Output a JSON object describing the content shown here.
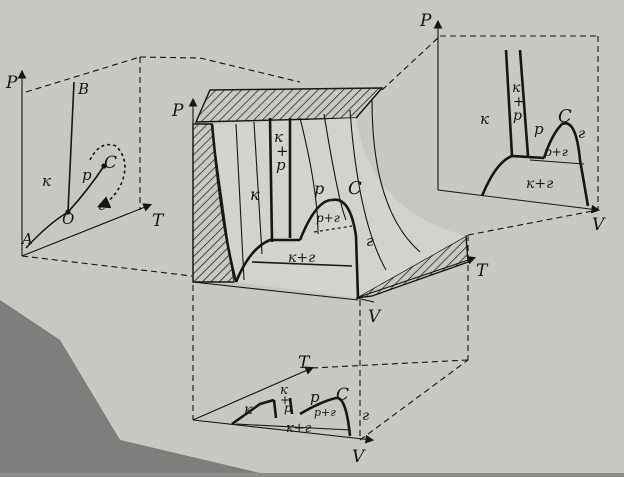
{
  "colors": {
    "background": "#8d8d8b",
    "paper": "#c9c7c2",
    "ink": "#161616"
  },
  "pt_diagram": {
    "axis_p": "P",
    "axis_t": "T",
    "point_a": "A",
    "point_b": "B",
    "point_o": "O",
    "point_c": "C",
    "region_solid": "к",
    "region_liquid": "р",
    "region_gas": "г"
  },
  "surface": {
    "axis_p": "P",
    "axis_t": "T",
    "axis_v": "V",
    "point_c": "C",
    "region_solid": "к",
    "region_solid_liquid_1": "к",
    "region_solid_liquid_2": "+",
    "region_solid_liquid_3": "р",
    "region_liquid": "р",
    "region_liquid_gas": "р+г",
    "region_gas": "г",
    "region_solid_gas": "к+г"
  },
  "pv_diagram": {
    "axis_p": "P",
    "axis_v": "V",
    "point_c": "C",
    "region_solid": "к",
    "region_solid_liquid_1": "к",
    "region_solid_liquid_2": "+",
    "region_solid_liquid_3": "р",
    "region_liquid": "р",
    "region_liquid_gas": "р+г",
    "region_gas": "г",
    "region_solid_gas": "к+г"
  },
  "tv_diagram": {
    "axis_t": "T",
    "axis_v": "V",
    "point_c": "C",
    "region_solid": "к",
    "region_solid_liquid_1": "к",
    "region_solid_liquid_2": "+",
    "region_solid_liquid_3": "р",
    "region_liquid": "р",
    "region_liquid_gas": "р+г",
    "region_gas": "г",
    "region_solid_gas": "к+г"
  }
}
